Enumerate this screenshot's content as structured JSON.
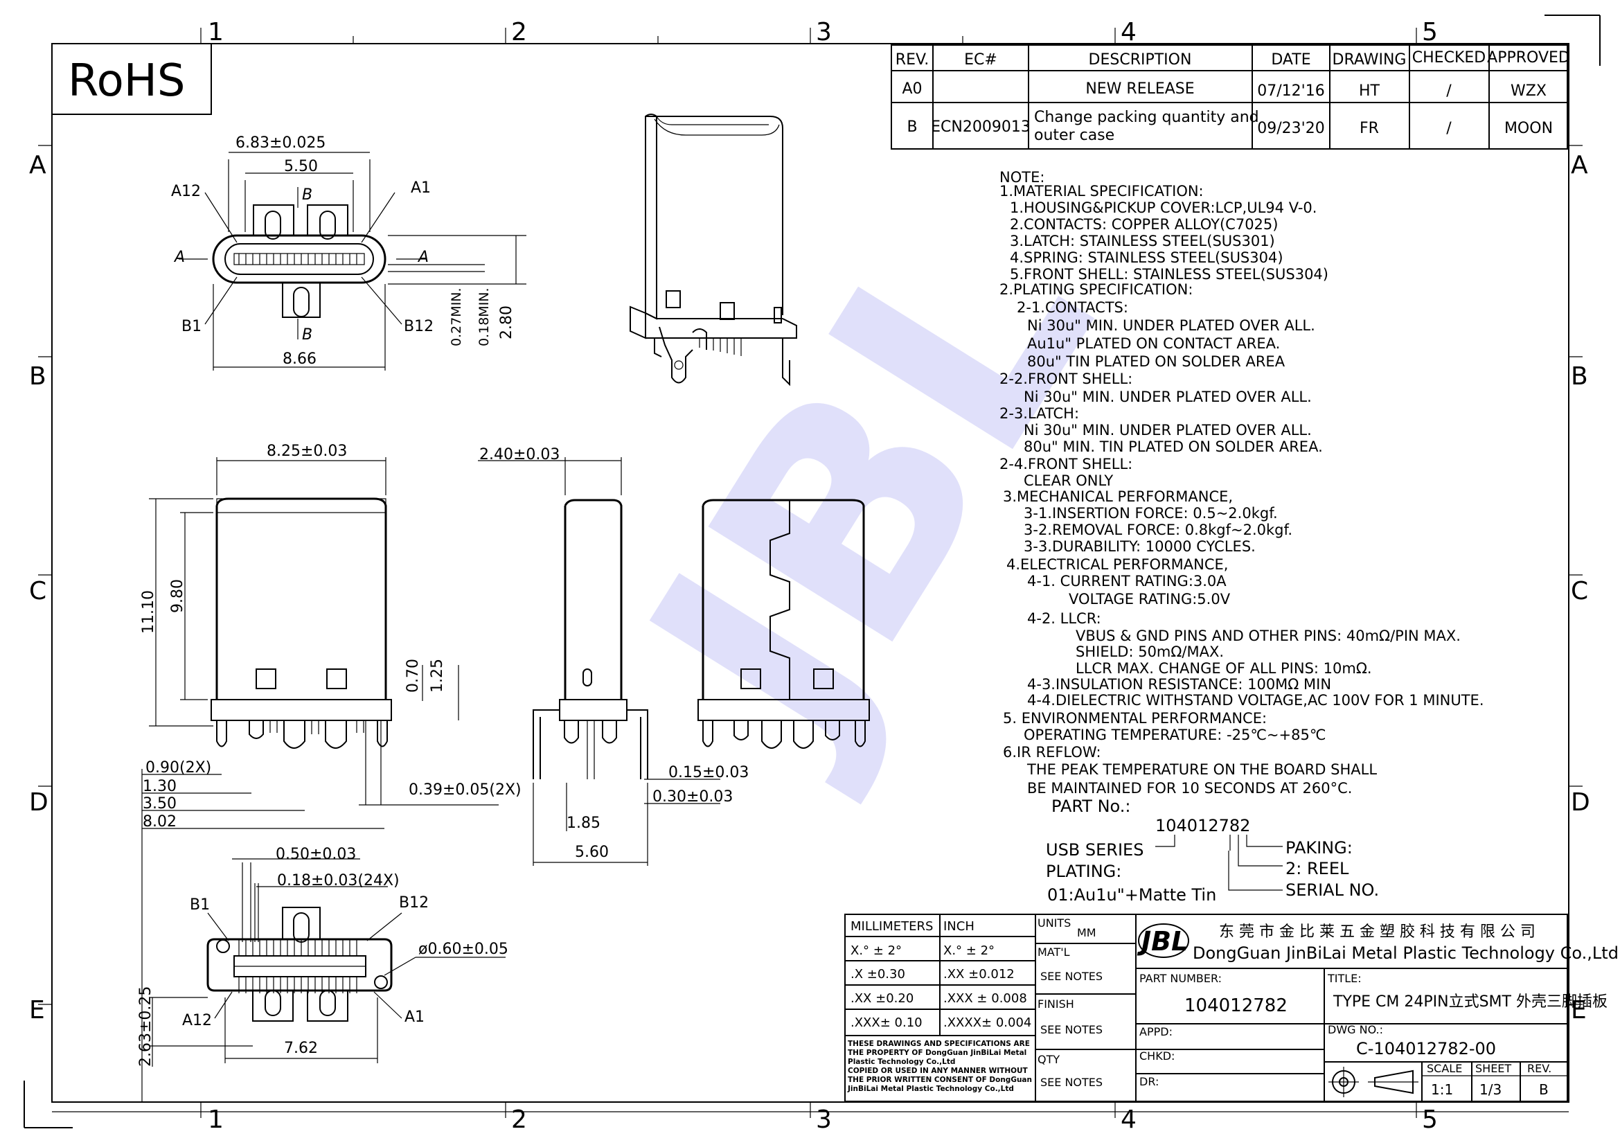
{
  "border": {
    "col_labels": [
      "1",
      "2",
      "3",
      "4",
      "5"
    ],
    "row_labels": [
      "A",
      "B",
      "C",
      "D",
      "E"
    ]
  },
  "rohs": "RoHS",
  "watermark": "JBL",
  "revision_table": {
    "headers": [
      "REV.",
      "EC#",
      "DESCRIPTION",
      "DATE",
      "DRAWING",
      "CHECKED",
      "APPROVED"
    ],
    "rows": [
      [
        "A0",
        "",
        "NEW RELEASE",
        "07/12'16",
        "HT",
        "/",
        "WZX"
      ],
      [
        "B",
        "ECN2009013",
        "Change packing quantity and|outer case",
        "09/23'20",
        "FR",
        "/",
        "MOON"
      ]
    ]
  },
  "top_view": {
    "labels": [
      "6.83±0.025",
      "5.50",
      "A12",
      "A1",
      "B",
      "A",
      "A",
      "B1",
      "B",
      "B12",
      "8.66",
      "0.27MIN.",
      "0.18MIN.",
      "2.80"
    ]
  },
  "front_view": {
    "labels": [
      "8.25±0.03",
      "11.10",
      "9.80",
      "0.70",
      "1.25",
      "0.90(2X)",
      "1.30",
      "3.50",
      "8.02",
      "0.39±0.05(2X)"
    ]
  },
  "side_view": {
    "labels": [
      "2.40±0.03",
      "0.15±0.03",
      "0.30±0.03",
      "1.85",
      "5.60"
    ]
  },
  "bottom_view": {
    "labels": [
      "0.50±0.03",
      "0.18±0.03(24X)",
      "B1",
      "B12",
      "ø0.60±0.05",
      "A12",
      "A1",
      "7.62",
      "2.63±0.25"
    ]
  },
  "notes": [
    "NOTE:",
    "1.MATERIAL SPECIFICATION:",
    "1.HOUSING&PICKUP COVER:LCP,UL94 V-0.",
    "2.CONTACTS: COPPER ALLOY(C7025)",
    "3.LATCH: STAINLESS STEEL(SUS301)",
    "4.SPRING: STAINLESS STEEL(SUS304)",
    "5.FRONT SHELL: STAINLESS STEEL(SUS304)",
    "2.PLATING SPECIFICATION:",
    "2-1.CONTACTS:",
    "Ni 30u\" MIN. UNDER PLATED OVER ALL.",
    "Au1u\" PLATED ON CONTACT AREA.",
    "80u\" TIN PLATED ON SOLDER AREA",
    "2-2.FRONT SHELL:",
    "Ni 30u\" MIN. UNDER PLATED OVER ALL.",
    "2-3.LATCH:",
    "Ni 30u\" MIN. UNDER PLATED OVER ALL.",
    "80u\" MIN. TIN PLATED ON SOLDER AREA.",
    "2-4.FRONT SHELL:",
    "CLEAR ONLY",
    "3.MECHANICAL PERFORMANCE,",
    "3-1.INSERTION FORCE: 0.5~2.0kgf.",
    "3-2.REMOVAL FORCE: 0.8kgf~2.0kgf.",
    "3-3.DURABILITY: 10000 CYCLES.",
    "4.ELECTRICAL PERFORMANCE,",
    "4-1. CURRENT RATING:3.0A",
    "VOLTAGE RATING:5.0V",
    "4-2. LLCR:",
    "VBUS & GND PINS AND OTHER PINS: 40mΩ/PIN MAX.",
    "SHIELD: 50mΩ/MAX.",
    "LLCR MAX. CHANGE OF ALL PINS: 10mΩ.",
    "4-3.INSULATION RESISTANCE: 100MΩ MIN",
    "4-4.DIELECTRIC WITHSTAND VOLTAGE,AC 100V FOR 1 MINUTE.",
    "5. ENVIRONMENTAL PERFORMANCE:",
    "OPERATING TEMPERATURE: -25℃~+85℃",
    "6.IR REFLOW:",
    "THE PEAK TEMPERATURE ON THE BOARD SHALL",
    "BE MAINTAINED FOR 10 SECONDS AT 260°C.",
    "PART No.:"
  ],
  "part_legend": {
    "number": "104012782",
    "usb_series": "USB SERIES",
    "plating": "PLATING:",
    "plating_value": "01:Au1u\"+Matte Tin",
    "paking": "PAKING:",
    "paking_value": "2: REEL",
    "serial": "SERIAL NO."
  },
  "tolerance_table": {
    "headers": [
      "MILLIMETERS",
      "INCH"
    ],
    "rows": [
      [
        "X.° ± 2°",
        "X.° ± 2°"
      ],
      [
        ".X ±0.30",
        ".XX ±0.012"
      ],
      [
        ".XX ±0.20",
        ".XXX ± 0.008"
      ],
      [
        ".XXX± 0.10",
        ".XXXX± 0.004"
      ]
    ],
    "disclaimer": [
      "THESE DRAWINGS AND SPECIFICATIONS ARE",
      "THE PROPERTY OF DongGuan JinBiLai Metal",
      "Plastic Technology Co.,Ltd",
      "COPIED OR USED IN ANY MANNER WITHOUT",
      "THE PRIOR WRITTEN CONSENT OF DongGuan",
      "JinBiLai Metal Plastic Technology Co.,Ltd"
    ]
  },
  "title_block": {
    "units_label": "UNITS",
    "units_value": "MM",
    "matl_label": "MAT'L",
    "matl_value": "SEE NOTES",
    "finish_label": "FINISH",
    "finish_value": "SEE NOTES",
    "qty_label": "QTY",
    "qty_value": "SEE NOTES",
    "logo_text": "JBL",
    "company_cn": "东 莞 市 金 比 莱 五 金 塑 胶 科 技 有 限 公 司",
    "company_en": "DongGuan JinBiLai Metal Plastic Technology Co.,Ltd",
    "part_number_label": "PART NUMBER:",
    "part_number": "104012782",
    "title_label": "TITLE:",
    "title": "TYPE CM 24PIN立式SMT 外壳三脚插板",
    "appd_label": "APPD:",
    "chkd_label": "CHKD:",
    "dr_label": "DR:",
    "dwg_no_label": "DWG NO.:",
    "dwg_no": "C-104012782-00",
    "scale_label": "SCALE",
    "scale": "1:1",
    "sheet_label": "SHEET",
    "sheet": "1/3",
    "rev_label": "REV.",
    "rev": "B"
  }
}
